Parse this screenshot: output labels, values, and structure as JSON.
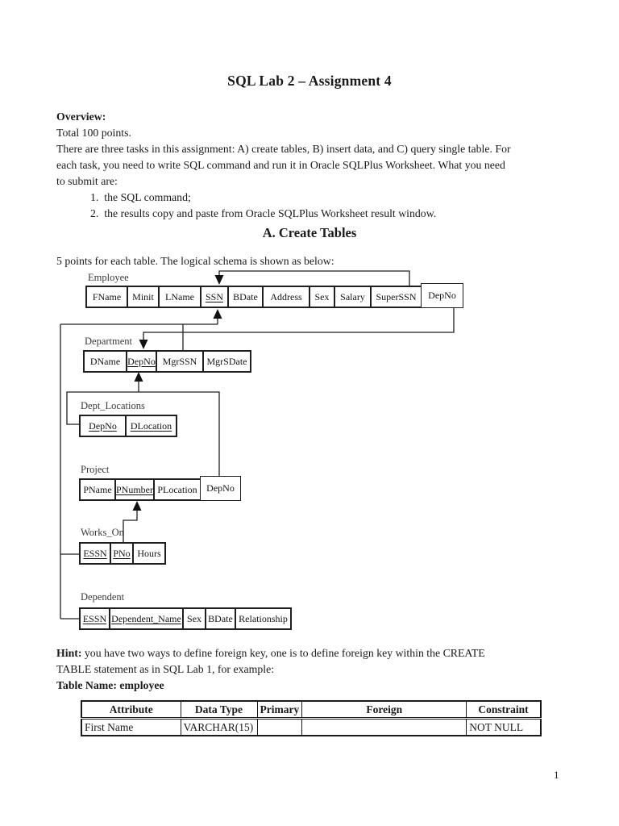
{
  "header": {
    "title": "SQL Lab 2 – Assignment 4"
  },
  "overview": {
    "label": "Overview:",
    "total": "Total 100 points.",
    "paragraph_lines": [
      "There are three tasks in this assignment: A) create tables, B) insert data, and C) query single table. For",
      "each task, you need to write SQL command and run it in Oracle SQLPlus Worksheet. What you need",
      "to submit are:"
    ],
    "items": [
      {
        "num": "1.",
        "text": "the SQL command;"
      },
      {
        "num": "2.",
        "text": "the results copy and paste from Oracle SQLPlus Worksheet result window."
      }
    ]
  },
  "section_a": {
    "heading": "A. Create Tables",
    "note": "5 points for each table. The logical schema is shown as below:"
  },
  "diagram": {
    "tables": [
      {
        "name": "Employee",
        "cells": [
          "FName",
          "Minit",
          "LName",
          "SSN",
          "BDate",
          "Address",
          "Sex",
          "Salary",
          "SuperSSN",
          "DepNo"
        ]
      },
      {
        "name": "Department",
        "cells": [
          "DName",
          "DepNo",
          "MgrSSN",
          "MgrSDate"
        ]
      },
      {
        "name": "Dept_Locations",
        "cells": [
          "DepNo",
          "DLocation"
        ]
      },
      {
        "name": "Project",
        "cells": [
          "PName",
          "PNumber",
          "PLocation",
          "DepNo"
        ]
      },
      {
        "name": "Works_On",
        "cells": [
          "ESSN",
          "PNo",
          "Hours"
        ]
      },
      {
        "name": "Dependent",
        "cells": [
          "ESSN",
          "Dependent_Name",
          "Sex",
          "BDate",
          "Relationship"
        ]
      }
    ]
  },
  "hint": {
    "label": "Hint:",
    "lines": [
      "you have two ways to define foreign key, one is to define foreign key within the CREATE",
      "TABLE statement as in SQL Lab 1, for example:"
    ],
    "table_name_label": "Table Name: employee"
  },
  "example_table": {
    "headers": [
      "Attribute",
      "Data Type",
      "Primary",
      "Foreign",
      "Constraint"
    ],
    "row": [
      "First Name",
      "VARCHAR(15)",
      "",
      "",
      "NOT NULL"
    ]
  },
  "page": {
    "number": "1"
  }
}
